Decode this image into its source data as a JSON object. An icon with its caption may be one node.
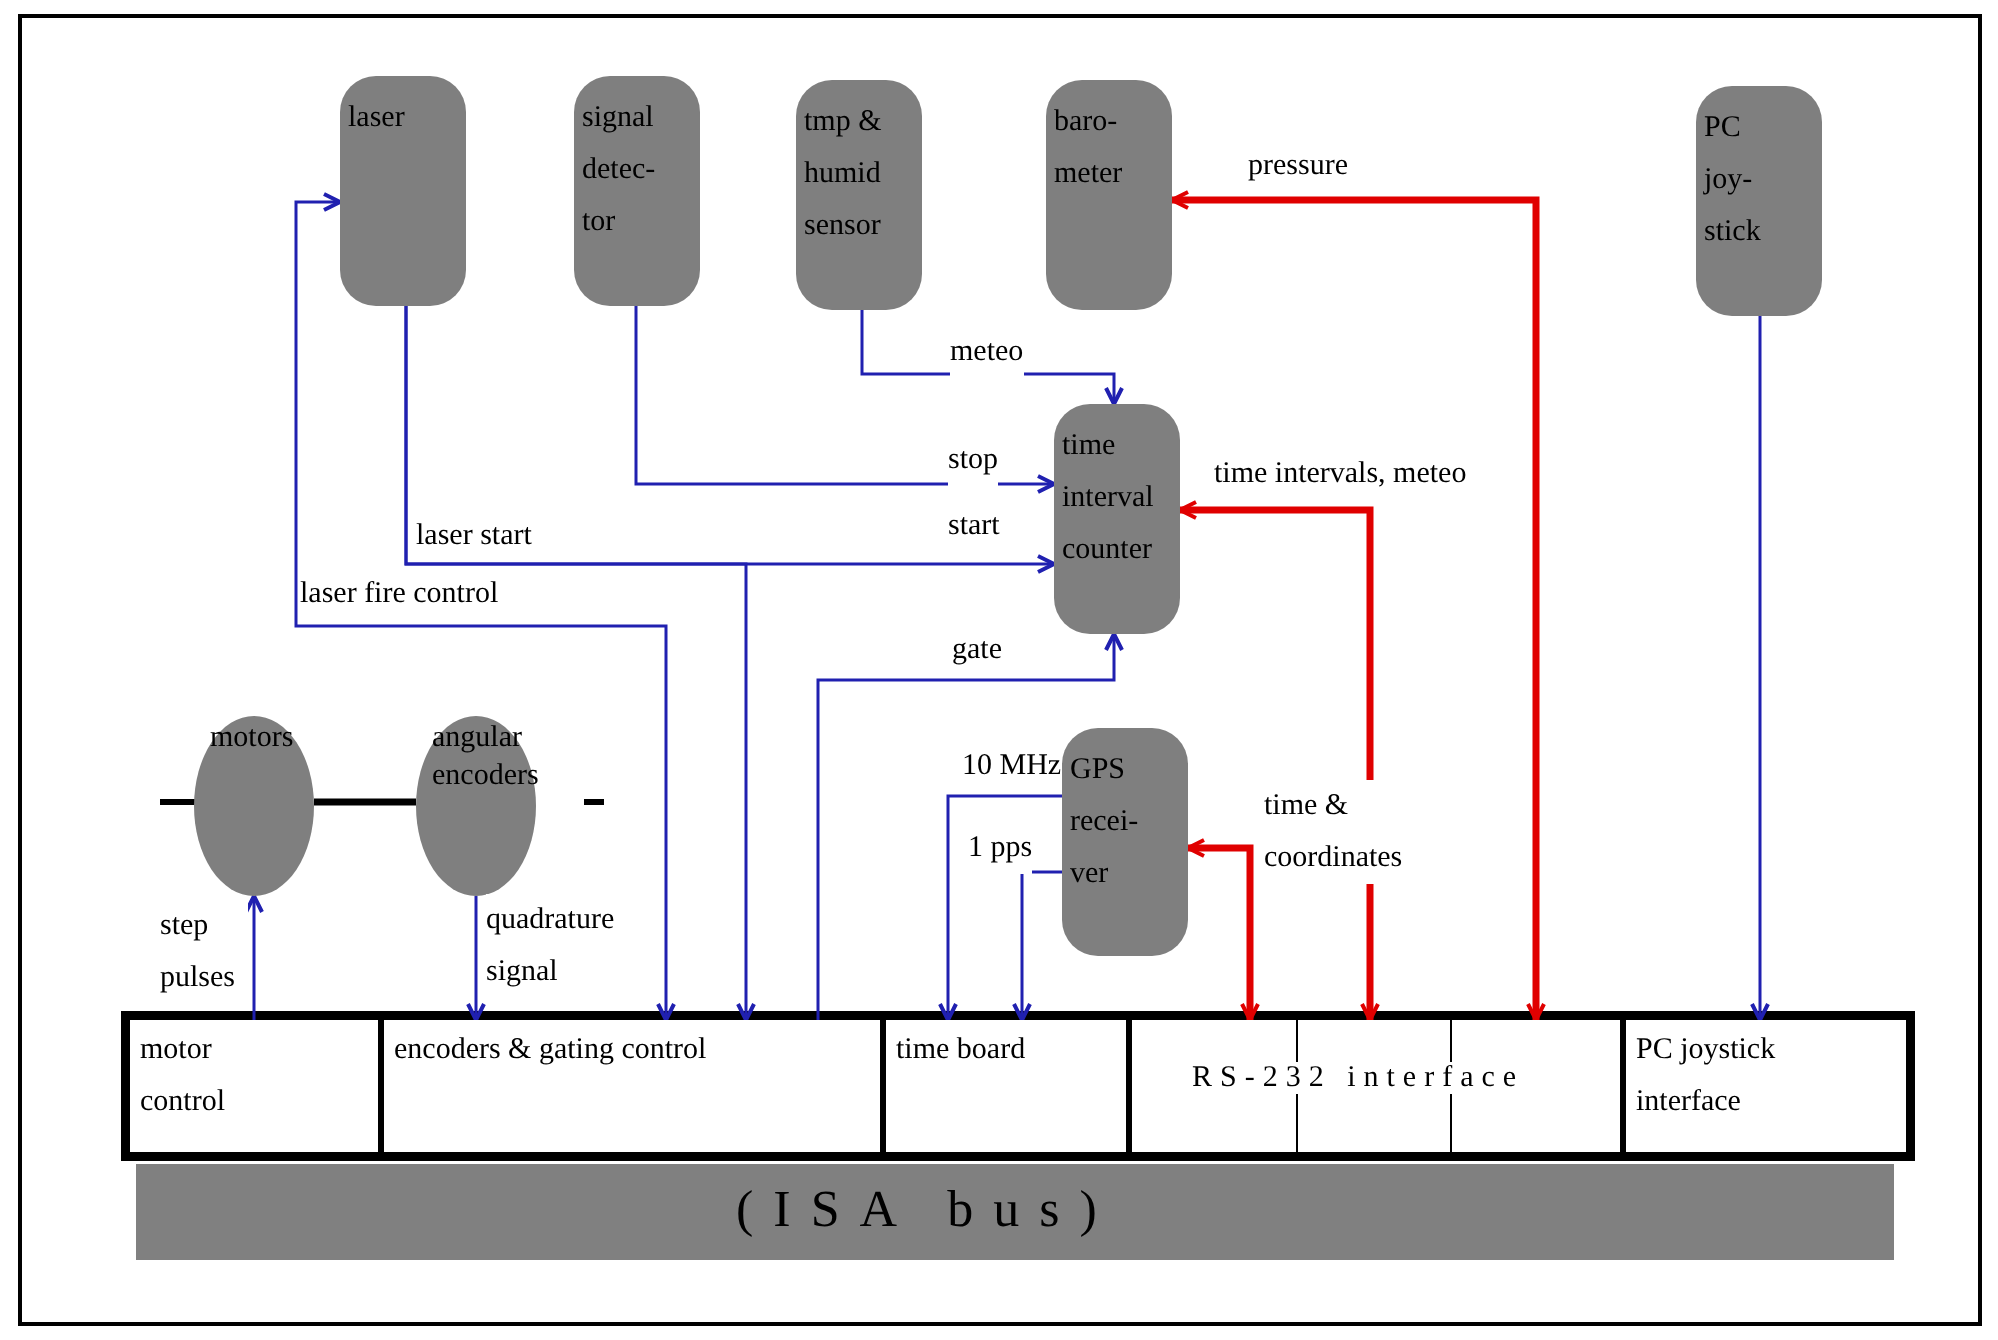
{
  "diagram": {
    "nodes": [
      {
        "text": [
          "laser"
        ]
      },
      {
        "text": [
          "signal detec- tor"
        ]
      },
      {
        "text": [
          "tmp & humid sensor"
        ]
      },
      {
        "text": [
          "baro- meter"
        ]
      },
      {
        "text": [
          "PC joy- stick"
        ]
      },
      {
        "text": [
          "time interval counter"
        ]
      },
      {
        "text": [
          "motors"
        ]
      },
      {
        "text": [
          "angular encoders"
        ]
      },
      {
        "text": [
          "GPS recei- ver"
        ]
      },
      {
        "text": [
          "motor control"
        ]
      },
      {
        "text": [
          "encoders & gating control"
        ]
      },
      {
        "text": [
          "time board"
        ]
      },
      {
        "text": [
          "RS-232 interface"
        ]
      },
      {
        "text": [
          "PC joystick interface"
        ]
      },
      {
        "text": [
          "(ISA bus)"
        ]
      }
    ],
    "edges": [
      {
        "from": 0,
        "to": 5,
        "arrow": "to",
        "label": "start"
      },
      {
        "from": 0,
        "to": 10,
        "arrow": "to",
        "label": "laser start"
      },
      {
        "from": 1,
        "to": 5,
        "arrow": "to",
        "label": "stop"
      },
      {
        "from": 2,
        "to": 5,
        "arrow": "to",
        "label": "meteo"
      },
      {
        "from": 10,
        "to": 0,
        "arrow": "both",
        "label": "laser fire control"
      },
      {
        "from": 10,
        "to": 5,
        "arrow": "to",
        "label": "gate"
      },
      {
        "from": 9,
        "to": 6,
        "arrow": "to",
        "label": "step pulses"
      },
      {
        "from": 7,
        "to": 10,
        "arrow": "to",
        "label": "quadrature signal"
      },
      {
        "from": 8,
        "to": 11,
        "arrow": "to",
        "label": "10 MHz"
      },
      {
        "from": 8,
        "to": 11,
        "arrow": "to",
        "label": "1 pps"
      },
      {
        "from": 4,
        "to": 13,
        "arrow": "to"
      },
      {
        "from": 6,
        "to": 7,
        "arrow": "none",
        "style": "thick",
        "color": "#000000"
      },
      {
        "from": 12,
        "to": 3,
        "arrow": "both",
        "label": "pressure",
        "style": "thick",
        "color": "#e00000"
      },
      {
        "from": 12,
        "to": 5,
        "arrow": "both",
        "label": "time intervals, meteo",
        "style": "thick",
        "color": "#e00000"
      },
      {
        "from": 12,
        "to": 8,
        "arrow": "both",
        "label": "time & coordinates",
        "style": "thick",
        "color": "#e00000"
      }
    ]
  }
}
